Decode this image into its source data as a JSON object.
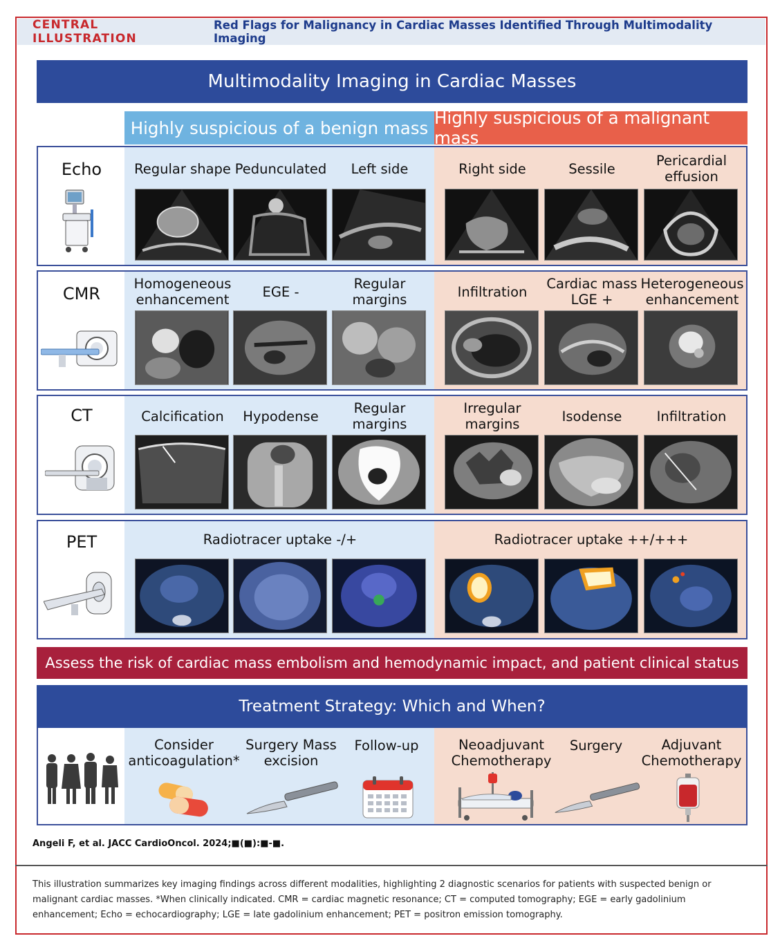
{
  "header": {
    "central_label": "CENTRAL ILLUSTRATION",
    "title": "Red Flags for Malignancy in Cardiac Masses Identified Through Multimodality Imaging"
  },
  "main_title": "Multimodality Imaging in Cardiac Masses",
  "columns": {
    "benign": "Highly suspicious of a benign mass",
    "malignant": "Highly suspicious of a malignant mass"
  },
  "rows": [
    {
      "modality": "Echo",
      "benign_labels": [
        "Regular shape",
        "Pedunculated",
        "Left side"
      ],
      "malignant_labels": [
        "Right side",
        "Sessile",
        "Pericardial effusion"
      ]
    },
    {
      "modality": "CMR",
      "benign_labels": [
        "Homogeneous enhancement",
        "EGE -",
        "Regular margins"
      ],
      "malignant_labels": [
        "Infiltration",
        "Cardiac mass LGE +",
        "Heterogeneous enhancement"
      ]
    },
    {
      "modality": "CT",
      "benign_labels": [
        "Calcification",
        "Hypodense",
        "Regular margins"
      ],
      "malignant_labels": [
        "Irregular margins",
        "Isodense",
        "Infiltration"
      ]
    },
    {
      "modality": "PET",
      "benign_labels": [
        "Radiotracer uptake -/+"
      ],
      "malignant_labels": [
        "Radiotracer uptake ++/+++"
      ]
    }
  ],
  "assess_banner": "Assess the risk of cardiac mass embolism and hemodynamic impact, and patient clinical status",
  "treatment": {
    "title": "Treatment Strategy: Which and When?",
    "benign": [
      "Consider anticoagulation*",
      "Surgery Mass excision",
      "Follow-up"
    ],
    "malignant": [
      "Neoadjuvant Chemotherapy",
      "Surgery",
      "Adjuvant Chemotherapy"
    ]
  },
  "citation": "Angeli F, et al. JACC CardioOncol. 2024;■(■):■-■.",
  "caption": "This illustration summarizes key imaging findings across different modalities, highlighting 2 diagnostic scenarios for patients with suspected benign or malignant cardiac masses. *When clinically indicated. CMR = cardiac magnetic resonance; CT = computed tomography; EGE = early gadolinium enhancement; Echo = echocardiography; LGE = late gadolinium enhancement; PET = positron emission tomography.",
  "colors": {
    "brand_red": "#c8282c",
    "navy": "#2d4b9b",
    "benign_blue": "#6fb3e0",
    "malignant_orange": "#e8604a",
    "assess_red": "#a8203c"
  }
}
